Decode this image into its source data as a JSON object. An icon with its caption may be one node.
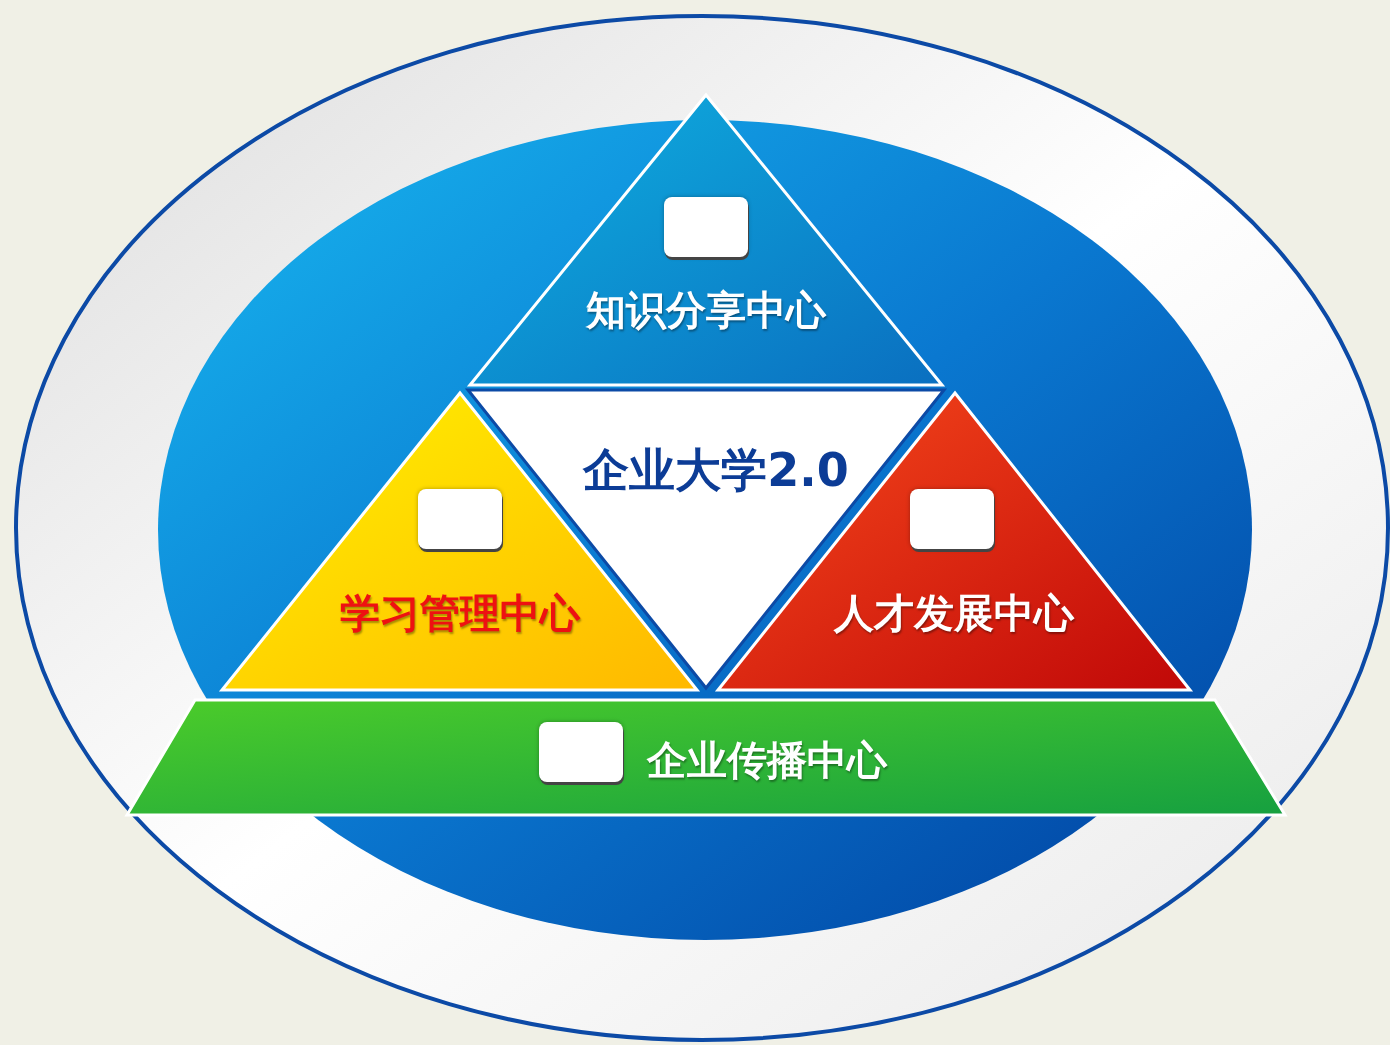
{
  "diagram": {
    "nodes": [
      {
        "text": [
          "知识分享中心"
        ]
      },
      {
        "text": [
          "企业大学2.0"
        ]
      },
      {
        "text": [
          "学习管理中心"
        ]
      },
      {
        "text": [
          "人才发展中心"
        ]
      },
      {
        "text": [
          "企业传播中心"
        ]
      }
    ]
  }
}
